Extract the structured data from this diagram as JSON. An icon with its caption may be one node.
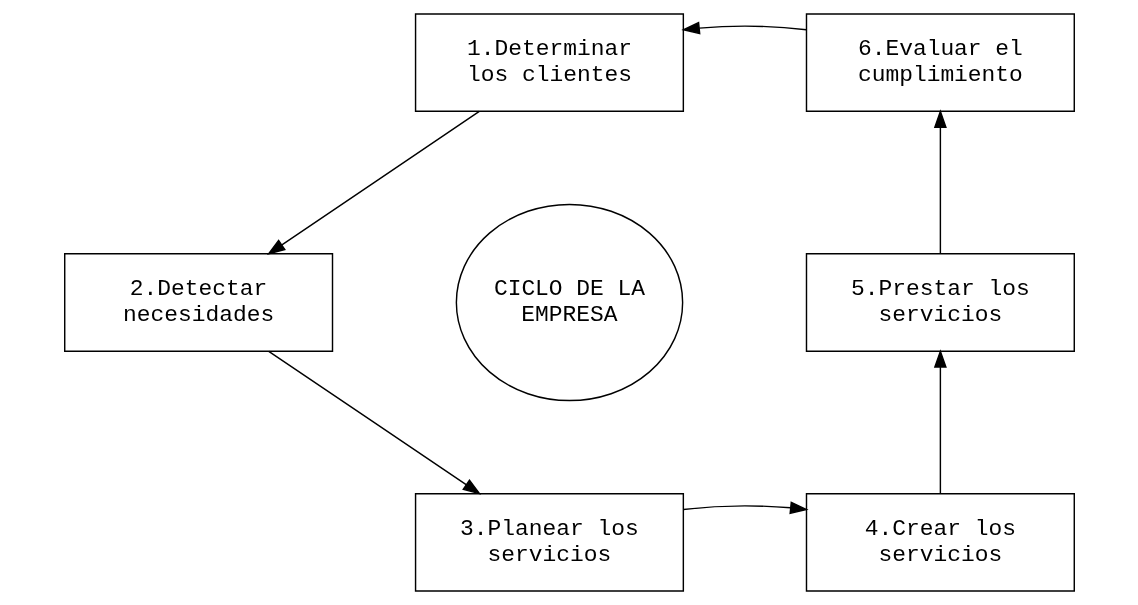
{
  "diagram": {
    "nodes": [
      {
        "text": [
          "1.Determinar los clientes"
        ]
      },
      {
        "text": [
          "2.Detectar necesidades"
        ]
      },
      {
        "text": [
          "3.Planear los servicios"
        ]
      },
      {
        "text": [
          "4.Crear los servicios"
        ]
      },
      {
        "text": [
          "5.Prestar los servicios"
        ]
      },
      {
        "text": [
          "6.Evaluar el cumplimiento"
        ]
      },
      {
        "text": [
          "CICLO DE LA EMPRESA"
        ]
      }
    ],
    "edges": [
      {
        "from": 0,
        "to": 1,
        "arrow": "to"
      },
      {
        "from": 1,
        "to": 2,
        "arrow": "to"
      },
      {
        "from": 2,
        "to": 3,
        "arrow": "to"
      },
      {
        "from": 3,
        "to": 4,
        "arrow": "to"
      },
      {
        "from": 4,
        "to": 5,
        "arrow": "to"
      },
      {
        "from": 5,
        "to": 0,
        "arrow": "to"
      }
    ]
  }
}
